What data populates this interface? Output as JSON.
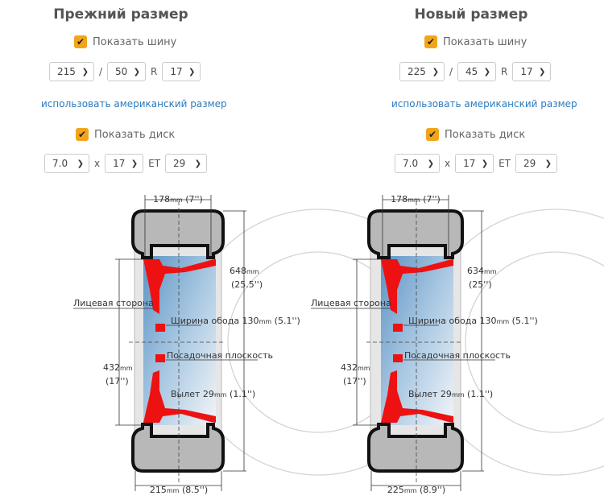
{
  "panels": [
    {
      "title": "Прежний размер",
      "show_tire": "Показать шину",
      "tire": {
        "width": "215",
        "profile": "50",
        "sep": "/",
        "r": "R",
        "diameter": "17"
      },
      "american_link": "использовать американский размер",
      "show_disc": "Показать диск",
      "disc": {
        "width": "7.0",
        "x": "x",
        "diameter": "17",
        "et_label": "ET",
        "et": "29"
      },
      "diagram": {
        "rim_width": "178",
        "rim_width_in": "(7'')",
        "tire_width": "215",
        "tire_width_in": "(8.5'')",
        "height": "648",
        "height_in": "(25.5'')",
        "rim_diam": "432",
        "rim_diam_in": "(17'')",
        "face": "Лицевая сторона",
        "rim_w_label": "Ширина обода 130",
        "rim_w_in": "(5.1'')",
        "mount": "Посадочная плоскость",
        "offset_label": "Вылет 29",
        "offset_in": "(1.1'')",
        "unit": "mm"
      }
    },
    {
      "title": "Новый размер",
      "show_tire": "Показать шину",
      "tire": {
        "width": "225",
        "profile": "45",
        "sep": "/",
        "r": "R",
        "diameter": "17"
      },
      "american_link": "использовать американский размер",
      "show_disc": "Показать диск",
      "disc": {
        "width": "7.0",
        "x": "x",
        "diameter": "17",
        "et_label": "ET",
        "et": "29"
      },
      "diagram": {
        "rim_width": "178",
        "rim_width_in": "(7'')",
        "tire_width": "225",
        "tire_width_in": "(8.9'')",
        "height": "634",
        "height_in": "(25'')",
        "rim_diam": "432",
        "rim_diam_in": "(17'')",
        "face": "Лицевая сторона",
        "rim_w_label": "Ширина обода  130",
        "rim_w_in": "(5.1'')",
        "mount": "Посадочная плоскость",
        "offset_label": "Вылет 29",
        "offset_in": "(1.1'')",
        "unit": "mm"
      }
    }
  ],
  "colors": {
    "accent": "#f2a51a",
    "link": "#2a7bc0",
    "rim": "#ee1111",
    "tire": "#b8b8b8"
  }
}
